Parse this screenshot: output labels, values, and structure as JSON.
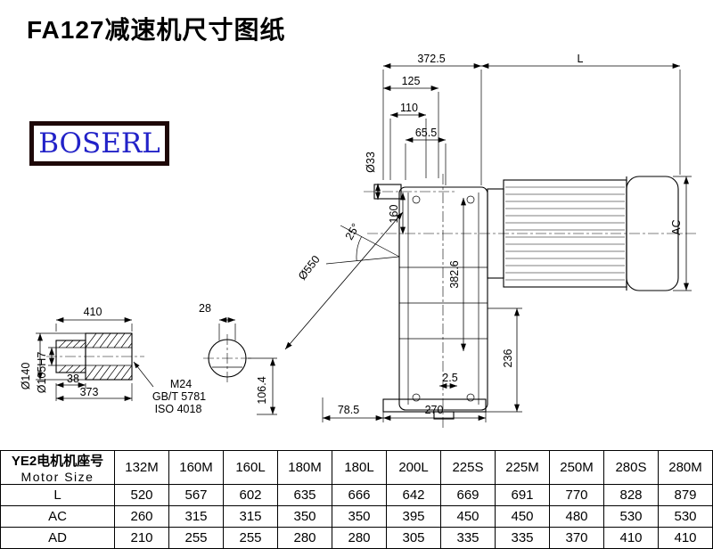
{
  "page": {
    "title": "FA127减速机尺寸图纸",
    "logo_text": "BOSERL"
  },
  "drawing": {
    "dims": {
      "total_width": "372.5",
      "motor_length": "L",
      "dim_125": "125",
      "dim_110": "110",
      "dim_65_5": "65.5",
      "shaft_dia": "Ø33",
      "dim_160": "160",
      "angle": "25°",
      "flange_dia": "Ø550",
      "dim_382_6": "382.6",
      "motor_height": "AC",
      "dim_236": "236",
      "dim_2_5": "2.5",
      "dim_78_5": "78.5",
      "dim_270": "270",
      "shaft_len": "410",
      "key_width": "28",
      "hollow_outer_dia": "Ø140",
      "bore_dia": "Ø105H7",
      "dim_38": "38",
      "dim_373": "373",
      "bolt_spec": "M24",
      "bolt_standard": "GB/T 5781",
      "bolt_iso": "ISO 4018",
      "dim_106_4": "106.4"
    }
  },
  "table": {
    "header": {
      "line1": "YE2电机机座号",
      "line2": "Motor Size"
    },
    "columns": [
      "132M",
      "160M",
      "160L",
      "180M",
      "180L",
      "200L",
      "225S",
      "225M",
      "250M",
      "280S",
      "280M"
    ],
    "rows": [
      {
        "label": "L",
        "values": [
          520,
          567,
          602,
          635,
          666,
          642,
          669,
          691,
          770,
          828,
          879
        ]
      },
      {
        "label": "AC",
        "values": [
          260,
          315,
          315,
          350,
          350,
          395,
          450,
          450,
          480,
          530,
          530
        ]
      },
      {
        "label": "AD",
        "values": [
          210,
          255,
          255,
          280,
          280,
          305,
          335,
          335,
          370,
          410,
          410
        ]
      }
    ]
  }
}
